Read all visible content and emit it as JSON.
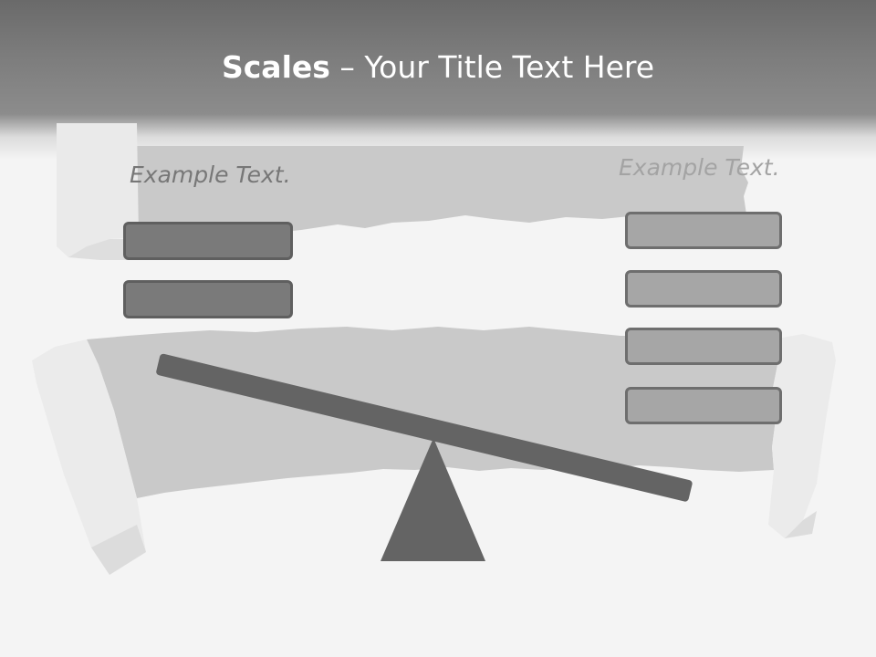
{
  "slide": {
    "title_bold": "Scales",
    "title_rest": " – Your Title Text Here",
    "left_label": "Example Text.",
    "right_label": "Example Text.",
    "left_boxes": [
      "",
      ""
    ],
    "right_boxes": [
      "",
      "",
      "",
      ""
    ]
  },
  "colors": {
    "title_band": "#7c7c7c",
    "beam": "#646464",
    "fulcrum": "#646464",
    "left_box_fill": "#7a7a7a",
    "right_box_fill": "#a6a6a6"
  },
  "icons": [
    "seesaw-fulcrum-icon",
    "torn-paper-decoration"
  ]
}
